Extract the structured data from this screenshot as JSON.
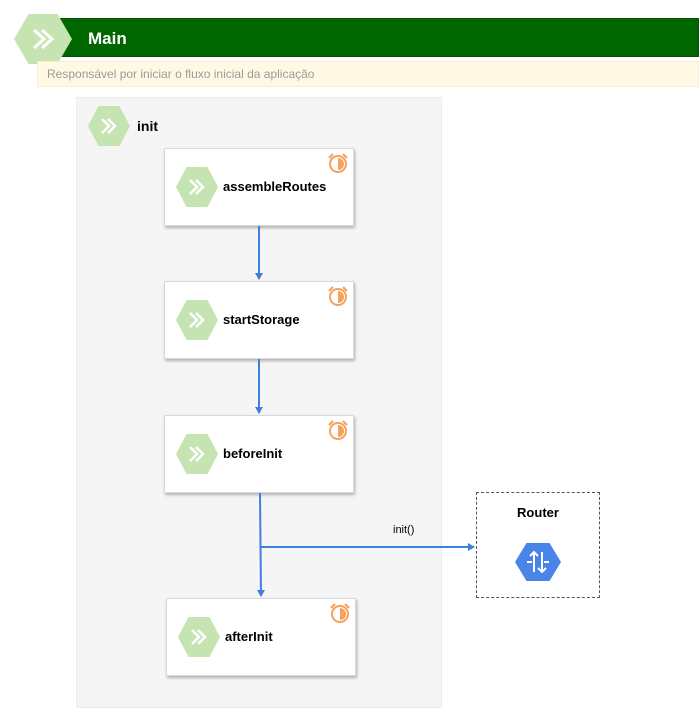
{
  "header": {
    "title": "Main",
    "description": "Responsável por iniciar o fluxo inicial da aplicação"
  },
  "group": {
    "title": "init"
  },
  "nodes": [
    {
      "label": "assembleRoutes"
    },
    {
      "label": "startStorage"
    },
    {
      "label": "beforeInit"
    },
    {
      "label": "afterInit"
    }
  ],
  "router": {
    "title": "Router"
  },
  "edges": {
    "call_label": "init()"
  },
  "colors": {
    "header_green": "#006600",
    "hex_green": "#c6e4b1",
    "alarm_orange": "#f5a25d",
    "arrow_blue": "#3f7fdd",
    "router_blue": "#4a84e8"
  }
}
